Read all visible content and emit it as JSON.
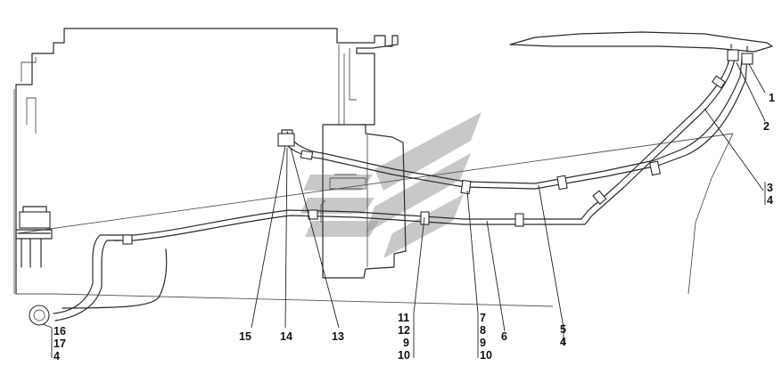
{
  "callouts": {
    "c1": "1",
    "c2": "2",
    "c3": "3",
    "c3b": "4",
    "c4": "5",
    "c4b": "4",
    "c5": "6",
    "c6a": "7",
    "c6b": "8",
    "c6c": "9",
    "c6d": "10",
    "c7a": "11",
    "c7b": "12",
    "c7c": "9",
    "c7d": "10",
    "c8": "13",
    "c9": "14",
    "c10": "15",
    "c11a": "16",
    "c11b": "17",
    "c11c": "4"
  }
}
